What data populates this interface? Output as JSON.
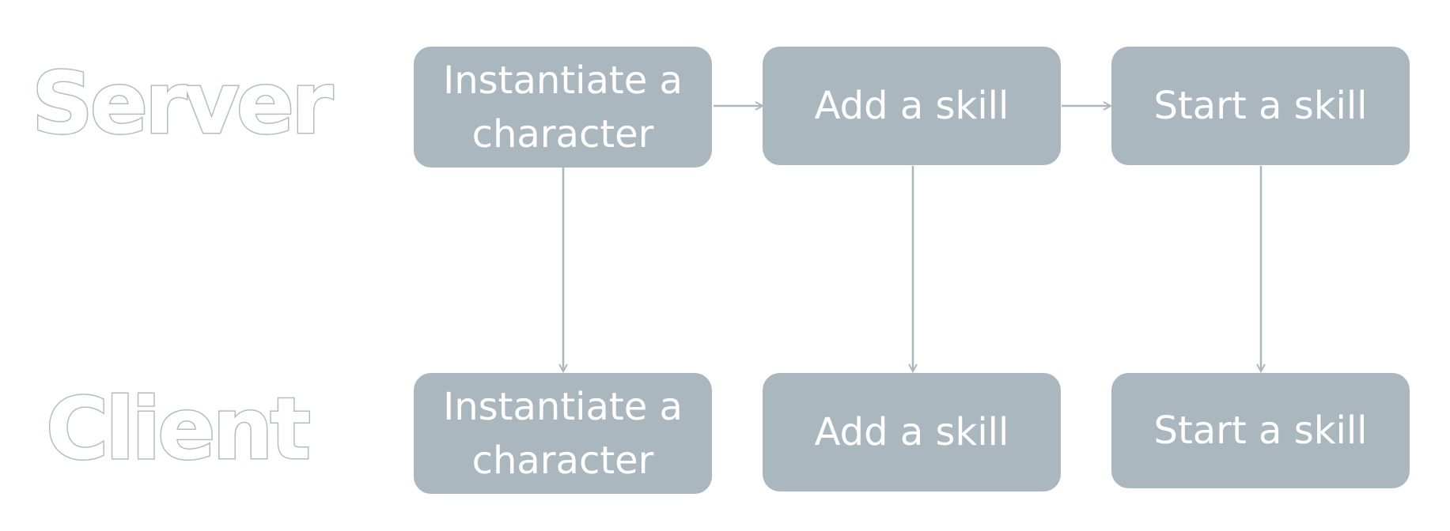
{
  "labels": {
    "server": "Server",
    "client": "Client"
  },
  "server_steps": [
    {
      "label": "Instantiate a character"
    },
    {
      "label": "Add a skill"
    },
    {
      "label": "Start a skill"
    }
  ],
  "client_steps": [
    {
      "label": "Instantiate a character"
    },
    {
      "label": "Add a skill"
    },
    {
      "label": "Start a skill"
    }
  ],
  "colors": {
    "box_fill": "#abb7bf",
    "box_text": "#ffffff",
    "connector": "#abb7bf",
    "label_outline": "#b4bcc3"
  }
}
